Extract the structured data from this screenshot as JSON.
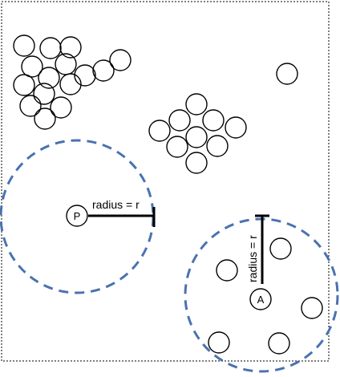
{
  "colors": {
    "background": "#ffffff",
    "stroke": "#000000",
    "neighborhood": "#4a72b0"
  },
  "labels": {
    "point_p": "P",
    "point_a": "A",
    "radius_horizontal": "radius = r",
    "radius_vertical": "radius = r"
  }
}
